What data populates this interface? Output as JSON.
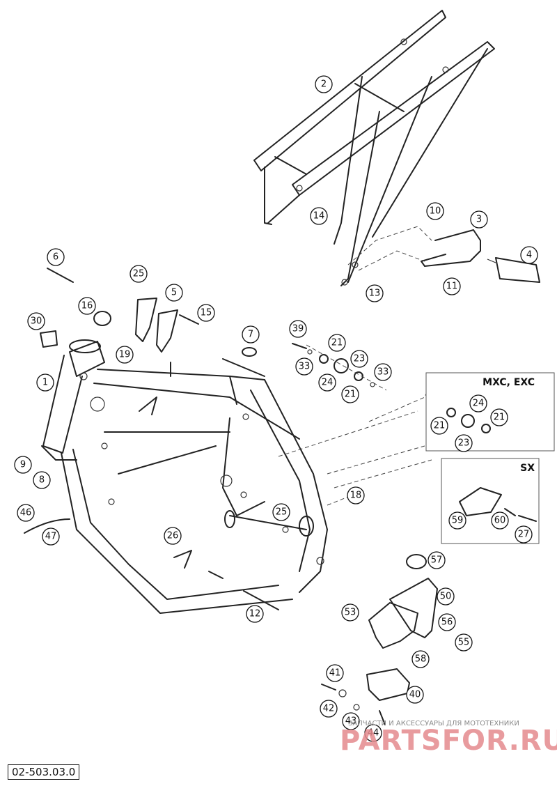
{
  "drawing_number": "02-503.03.0",
  "boxes": [
    {
      "label": "MXC, EXC"
    },
    {
      "label": "SX"
    }
  ],
  "callouts": [
    {
      "num": "1"
    },
    {
      "num": "2"
    },
    {
      "num": "3"
    },
    {
      "num": "4"
    },
    {
      "num": "5"
    },
    {
      "num": "6"
    },
    {
      "num": "7"
    },
    {
      "num": "8"
    },
    {
      "num": "9"
    },
    {
      "num": "10"
    },
    {
      "num": "11"
    },
    {
      "num": "12"
    },
    {
      "num": "13"
    },
    {
      "num": "14"
    },
    {
      "num": "15"
    },
    {
      "num": "16"
    },
    {
      "num": "18"
    },
    {
      "num": "19"
    },
    {
      "num": "21"
    },
    {
      "num": "21"
    },
    {
      "num": "21"
    },
    {
      "num": "21"
    },
    {
      "num": "23"
    },
    {
      "num": "23"
    },
    {
      "num": "24"
    },
    {
      "num": "24"
    },
    {
      "num": "25"
    },
    {
      "num": "25"
    },
    {
      "num": "26"
    },
    {
      "num": "27"
    },
    {
      "num": "30"
    },
    {
      "num": "33"
    },
    {
      "num": "33"
    },
    {
      "num": "39"
    },
    {
      "num": "40"
    },
    {
      "num": "41"
    },
    {
      "num": "42"
    },
    {
      "num": "43"
    },
    {
      "num": "44"
    },
    {
      "num": "46"
    },
    {
      "num": "47"
    },
    {
      "num": "50"
    },
    {
      "num": "53"
    },
    {
      "num": "55"
    },
    {
      "num": "56"
    },
    {
      "num": "57"
    },
    {
      "num": "58"
    },
    {
      "num": "59"
    },
    {
      "num": "60"
    }
  ],
  "watermark": {
    "tagline": "ЗАПЧАСТИ И АКСЕССУАРЫ ДЛЯ МОТОТЕХНИКИ",
    "brand": "PARTSFOR.RU"
  }
}
